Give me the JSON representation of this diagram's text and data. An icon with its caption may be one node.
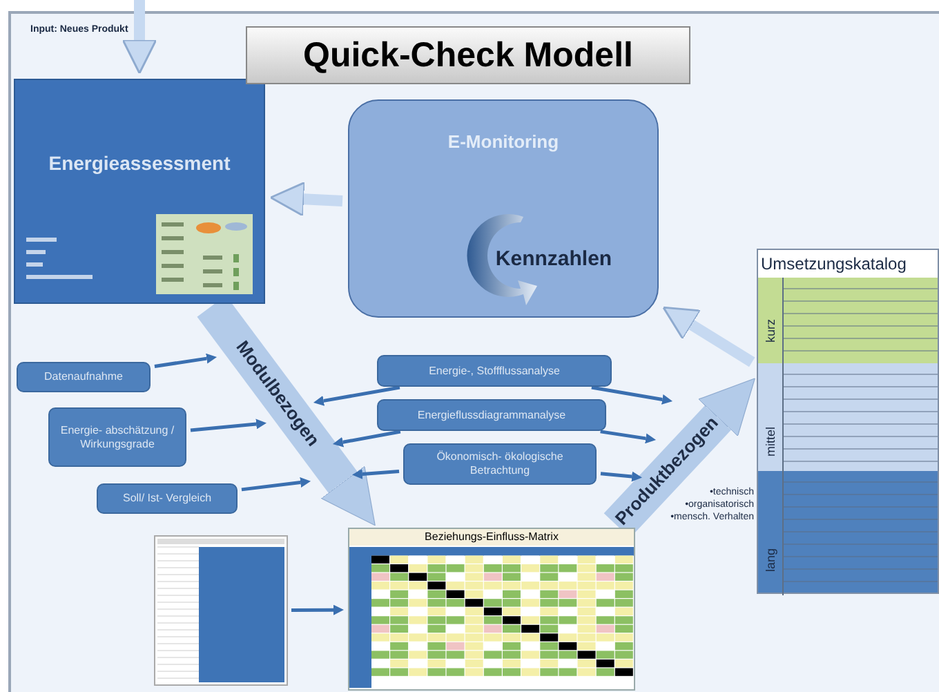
{
  "diagram": {
    "title": "Quick-Check Modell",
    "nodes": [
      {
        "text": [
          "Energieassessment"
        ]
      },
      {
        "text": [
          "E-Monitoring"
        ]
      },
      {
        "text": [
          "Kennzahlen"
        ],
        "in": 1
      },
      {
        "text": [
          "Umsetzungskatalog",
          "kurz",
          "mittel",
          "lang"
        ]
      },
      {
        "text": [
          "Datenaufnahme"
        ]
      },
      {
        "text": [
          "Energie- abschätzung / Wirkungsgrade"
        ]
      },
      {
        "text": [
          "Soll/ Ist- Vergleich"
        ]
      },
      {
        "text": [
          "Energie-, Stoffflussanalyse"
        ]
      },
      {
        "text": [
          "Energieflussdiagrammanalyse"
        ]
      },
      {
        "text": [
          "Ökonomisch- ökologische Betrachtung"
        ]
      },
      {
        "text": [],
        "shape": "picture"
      },
      {
        "text": [
          "Beziehungs-Einfluss-Matrix"
        ]
      }
    ],
    "edges": [
      {
        "from": null,
        "to": 0,
        "arrow": "to",
        "style": "thick",
        "color": "#c6d9f1"
      },
      {
        "from": 1,
        "to": 0,
        "arrow": "to",
        "style": "thick",
        "color": "#c6d9f1"
      },
      {
        "from": 3,
        "to": 1,
        "arrow": "to",
        "style": "thick",
        "color": "#c6d9f1"
      },
      {
        "from": 0,
        "to": 11,
        "arrow": "to",
        "label": "Modulbezogen",
        "style": "thick",
        "color": "#b3cbe9"
      },
      {
        "from": 11,
        "to": 3,
        "arrow": "to",
        "label": "Produktbezogen",
        "style": "thick",
        "color": "#b3cbe9"
      },
      {
        "from": 4,
        "to": null,
        "arrow": "to"
      },
      {
        "from": 5,
        "to": null,
        "arrow": "to"
      },
      {
        "from": 6,
        "to": null,
        "arrow": "to"
      },
      {
        "from": 7,
        "to": null,
        "arrow": "to"
      },
      {
        "from": 8,
        "to": null,
        "arrow": "to"
      },
      {
        "from": 9,
        "to": null,
        "arrow": "to"
      },
      {
        "from": 7,
        "to": null,
        "arrow": "to"
      },
      {
        "from": 8,
        "to": null,
        "arrow": "to"
      },
      {
        "from": 9,
        "to": null,
        "arrow": "to"
      },
      {
        "from": 10,
        "to": 11,
        "arrow": "to"
      }
    ],
    "labels": [
      "Input: Neues Produkt",
      "•technisch •organisatorisch •mensch. Verhalten"
    ]
  }
}
